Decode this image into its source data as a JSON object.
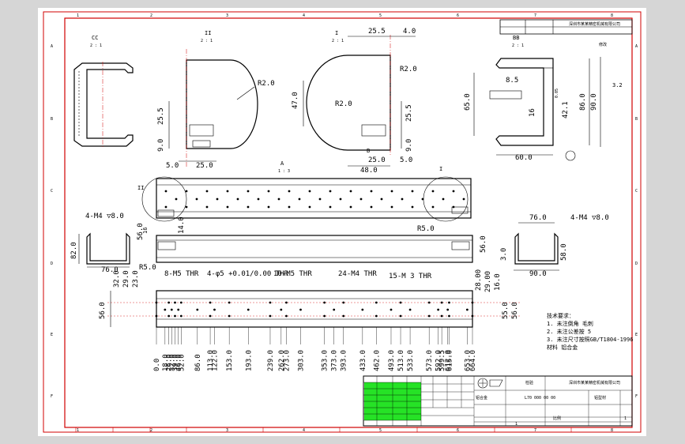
{
  "zones": {
    "columns": [
      "1",
      "2",
      "3",
      "4",
      "5",
      "6",
      "7",
      "8"
    ],
    "rows": [
      "A",
      "B",
      "C",
      "D",
      "E",
      "F"
    ]
  },
  "views": {
    "cc": {
      "label": "CC",
      "scale": "2 : 1"
    },
    "ii": {
      "label": "II",
      "scale": "2 : 1"
    },
    "i": {
      "label": "I",
      "scale": "2 : 1"
    },
    "bb": {
      "label": "BB",
      "scale": "2 : 1"
    },
    "a": {
      "label": "A",
      "scale": "1 : 3"
    }
  },
  "dimensions": {
    "detail_ii": {
      "r20": "R2.0",
      "d255": "25.5",
      "d90": "9.0",
      "d50": "5.0",
      "d250": "25.0"
    },
    "detail_i": {
      "d255": "25.5",
      "d40": "4.0",
      "r20a": "R2.0",
      "r20b": "R2.0",
      "d470": "47.0",
      "d255b": "25.5",
      "d90": "9.0",
      "d480": "48.0",
      "d250": "25.0",
      "d50": "5.0",
      "b": "B"
    },
    "section_bb": {
      "d85": "8.5",
      "d650": "65.0",
      "d421": "42.1",
      "d860": "86.0",
      "d900": "90.0",
      "d600": "60.0",
      "d16": "16",
      "d32": "3.2",
      "tol": "0.05"
    },
    "front": {
      "label_ii": "II",
      "label_i": "I"
    },
    "left_end": {
      "tap": "4-M4 ▽8.0",
      "d760": "76.0",
      "d820": "82.0",
      "d56": "56.0",
      "r50": "R5.0",
      "d16": "16"
    },
    "right_end": {
      "d760": "76.0",
      "tap": "4-M4 ▽8.0",
      "d30": "3.0",
      "d580": "58.0",
      "d900": "90.0"
    },
    "mid": {
      "d140": "14.0",
      "r50": "R5.0",
      "d56": "56.0"
    },
    "bottom": {
      "holes": [
        "8-M5 THR",
        "4-φ5 +0.01/0.00 THR",
        "10-M5 THR",
        "24-M4 THR",
        "15-M 3 THR"
      ],
      "left_dims": [
        "32.0",
        "29.0",
        "23.0",
        "56.0"
      ],
      "right_dims": [
        "28.00",
        "29.00",
        "16.0",
        "55.0",
        "56.0"
      ],
      "chain": [
        "0.0",
        "18.0",
        "26.0",
        "32.0",
        "39.0",
        "46.0",
        "52.0",
        "86.0",
        "113.0",
        "122.0",
        "153.0",
        "193.0",
        "239.0",
        "262.0",
        "273.0",
        "303.0",
        "353.0",
        "373.0",
        "393.0",
        "433.0",
        "462.0",
        "493.0",
        "513.0",
        "533.0",
        "573.0",
        "592.0",
        "599.5",
        "612.0",
        "615.0",
        "653.0",
        "664.0"
      ]
    }
  },
  "notes": [
    "技术要求：",
    "1. 未注倒角 毛刺",
    "2. 未注公差按 5",
    "3. 未注尺寸按照GB/T1804-1996",
    "   材料 铝合金"
  ],
  "title_block": {
    "company": "深圳市某某精密机械有限公司",
    "part_name": "铝型材",
    "drawing_no": "L70 000 00 00",
    "material": "铝合金",
    "sheet": "1",
    "scale_label": "比例",
    "stamp": "检验",
    "revision_hdr": "修改",
    "qty": "1"
  },
  "colors": {
    "border": "#d00000",
    "line": "#000000",
    "hatch_green": "#00dd00",
    "sheet_bg": "#ffffff"
  }
}
